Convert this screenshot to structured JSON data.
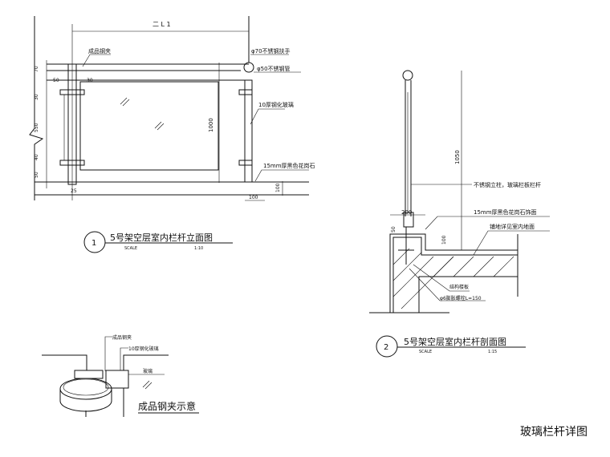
{
  "sheet_title": "玻璃栏杆详图",
  "view1": {
    "number": "1",
    "title": "5号架空层室内栏杆立面图",
    "scale_label": "SCALE",
    "scale": "1:10",
    "labels": {
      "clamp": "成品钢夹",
      "handrail": "φ70不锈钢扶手",
      "tube": "φ50不锈钢管",
      "glass": "10厚钢化玻璃",
      "granite": "15mm厚黑色花岗石"
    },
    "dims": {
      "top": "二 L 1",
      "height": "1000",
      "base": "100",
      "side": "100",
      "d1": "70",
      "d2": "30",
      "d3": "50",
      "d4": "30",
      "d5": "550",
      "d6": "40",
      "d7": "50",
      "d8": "25"
    }
  },
  "view2": {
    "number": "2",
    "title": "5号架空层室内栏杆剖面图",
    "scale_label": "SCALE",
    "scale": "1:15",
    "labels": {
      "post": "不锈钢立柱，玻璃栏板栏杆",
      "granite": "15mm厚黑色花岗石饰面",
      "floor": "铺地详见室内地面",
      "slab": "结构楼板",
      "bolt": "φ6膨胀螺栓L=150"
    },
    "dims": {
      "height": "1050",
      "width": "200",
      "base": "50",
      "step": "100"
    }
  },
  "view3": {
    "title": "成品钢夹示意",
    "labels": {
      "clamp": "成品钢夹",
      "glass_plate": "10厚钢化玻璃",
      "glass": "玻璃"
    }
  }
}
